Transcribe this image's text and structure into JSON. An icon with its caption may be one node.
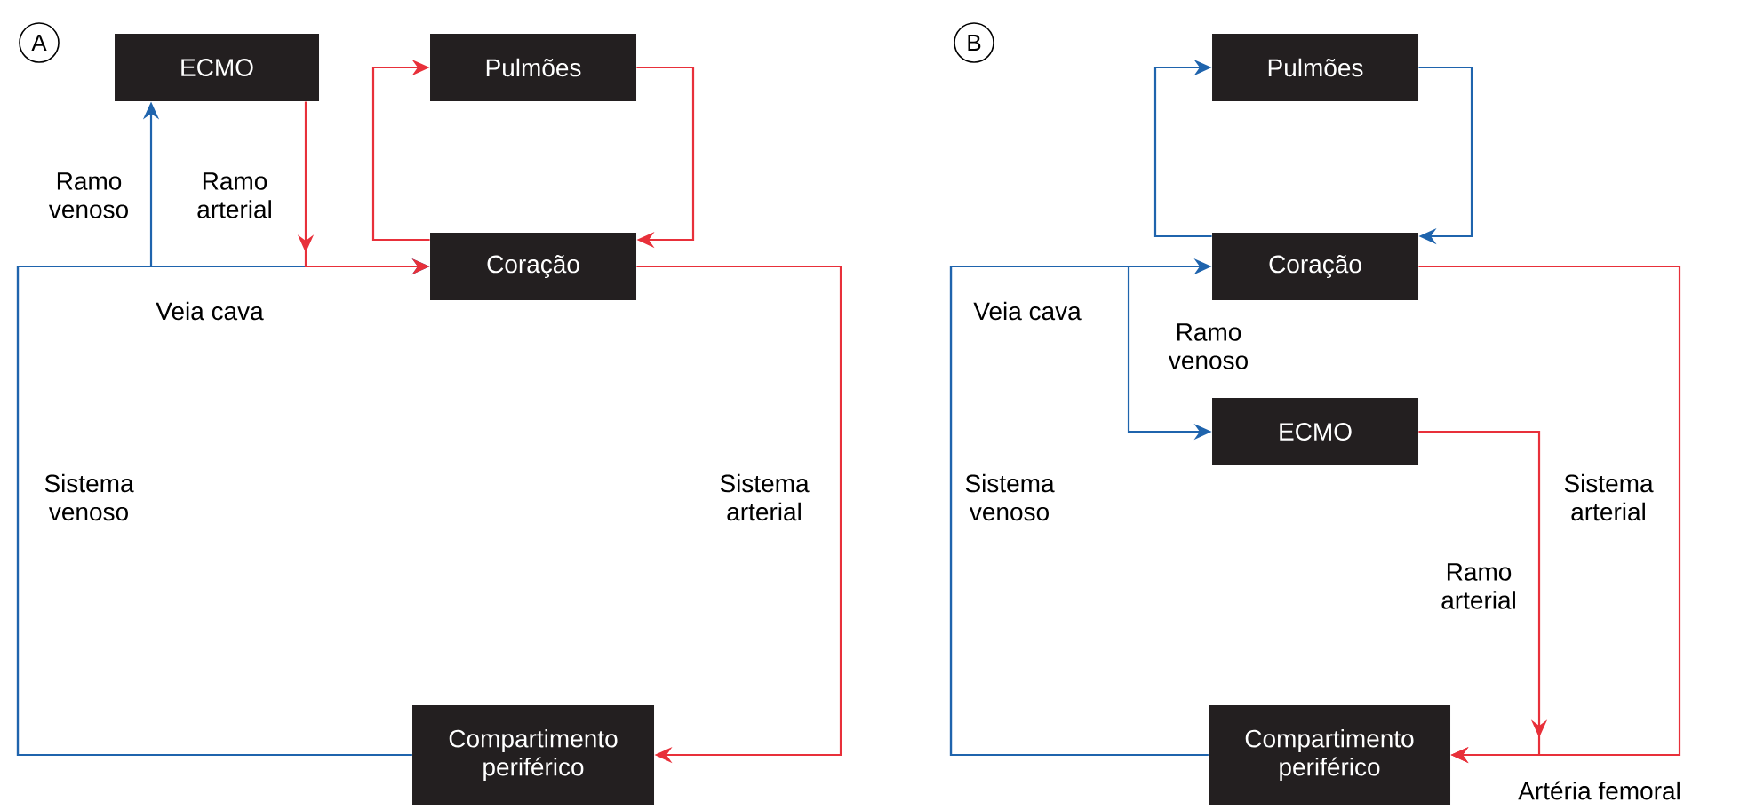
{
  "diagram": {
    "nodes": [
      {
        "text": [
          "A"
        ]
      },
      {
        "text": [
          "ECMO"
        ]
      },
      {
        "text": [
          "Pulmões"
        ]
      },
      {
        "text": [
          "Coração"
        ]
      },
      {
        "text": [
          "Compartimento periférico"
        ]
      },
      {
        "text": [
          "B"
        ]
      },
      {
        "text": [
          "Pulmões"
        ]
      },
      {
        "text": [
          "Coração"
        ]
      },
      {
        "text": [
          "ECMO"
        ]
      },
      {
        "text": [
          "Compartimento periférico"
        ]
      }
    ],
    "edges": [
      {
        "from": 4,
        "to": 1,
        "arrow": "to",
        "color": "#1f64ad",
        "label": "Ramo venoso"
      },
      {
        "from": 1,
        "to": 3,
        "arrow": "to",
        "color": "#e8303a",
        "label": "Ramo arterial"
      },
      {
        "from": 4,
        "to": 3,
        "arrow": "to",
        "color": "#1f64ad",
        "label": "Sistema venoso"
      },
      {
        "from": 3,
        "to": 2,
        "arrow": "to",
        "color": "#e8303a"
      },
      {
        "from": 2,
        "to": 3,
        "arrow": "to",
        "color": "#e8303a"
      },
      {
        "from": 3,
        "to": 4,
        "arrow": "to",
        "color": "#e8303a",
        "label": "Sistema arterial"
      },
      {
        "from": 7,
        "to": 6,
        "arrow": "to",
        "color": "#1f64ad"
      },
      {
        "from": 6,
        "to": 7,
        "arrow": "to",
        "color": "#1f64ad"
      },
      {
        "from": 9,
        "to": 7,
        "arrow": "to",
        "color": "#1f64ad",
        "label": "Sistema venoso"
      },
      {
        "from": 9,
        "to": 8,
        "arrow": "to",
        "color": "#1f64ad",
        "label": "Ramo venoso"
      },
      {
        "from": 7,
        "to": 9,
        "arrow": "to",
        "color": "#e8303a",
        "label": "Sistema arterial"
      },
      {
        "from": 8,
        "to": 9,
        "arrow": "to",
        "color": "#e8303a",
        "label": "Ramo arterial"
      }
    ],
    "labels": [
      "Veia cava",
      "Veia cava",
      "Artéria femoral"
    ]
  }
}
